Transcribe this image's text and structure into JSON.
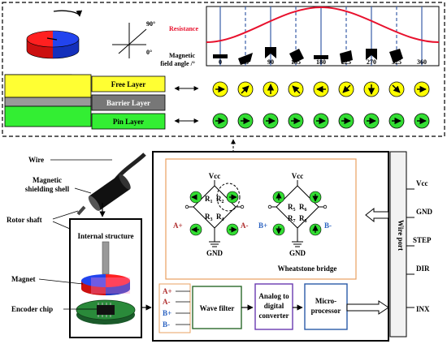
{
  "top_panel": {
    "resistance_label": "Resistance",
    "axis_label_line1": "Magnetic",
    "axis_label_line2": "field angle /°",
    "angle_ticks": [
      "0",
      "45",
      "90",
      "135",
      "180",
      "225",
      "270",
      "325",
      "360"
    ],
    "axes_label_90": "90°",
    "axes_label_0": "0°",
    "layers": {
      "free": "Free Layer",
      "barrier": "Barrier Layer",
      "pin": "Pin Layer"
    },
    "colors": {
      "resistance_curve": "#e8112d",
      "free_layer": "#ffff33",
      "barrier_layer": "#999999",
      "pin_layer": "#33ee33",
      "free_disc": "#ffff00",
      "pin_disc": "#33dd33",
      "magnet_red": "#ff2020",
      "magnet_blue": "#2244ee"
    }
  },
  "left_panel": {
    "wire": "Wire",
    "shielding_line1": "Magnetic",
    "shielding_line2": "shielding shell",
    "rotor_shaft": "Rotor shaft",
    "internal_structure": "Internal structure",
    "magnet": "Magnet",
    "encoder_chip": "Encoder chip"
  },
  "bridge": {
    "vcc_left": "Vcc",
    "vcc_right": "Vcc",
    "gnd_left": "GND",
    "gnd_right": "GND",
    "r1": "R",
    "r1_sub": "1",
    "r2": "R",
    "r2_sub": "2",
    "r3": "R",
    "r3_sub": "3",
    "r4": "R",
    "r4_sub": "4",
    "r5": "R",
    "r5_sub": "5",
    "r6": "R",
    "r6_sub": "6",
    "r7": "R",
    "r7_sub": "7",
    "r8": "R",
    "r8_sub": "8",
    "a_plus": "A+",
    "a_minus": "A-",
    "b_plus": "B+",
    "b_minus": "B-",
    "title": "Wheatstone bridge"
  },
  "signal_chain": {
    "inputs": [
      "A+",
      "A-",
      "B+",
      "B-"
    ],
    "wave_filter": "Wave filter",
    "adc_line1": "Analog to",
    "adc_line2": "digital",
    "adc_line3": "converter",
    "micro_line1": "Micro-",
    "micro_line2": "processor"
  },
  "wire_port": {
    "label": "Wire port",
    "pins": [
      "Vcc",
      "GND",
      "STEP",
      "DIR",
      "INX"
    ]
  }
}
